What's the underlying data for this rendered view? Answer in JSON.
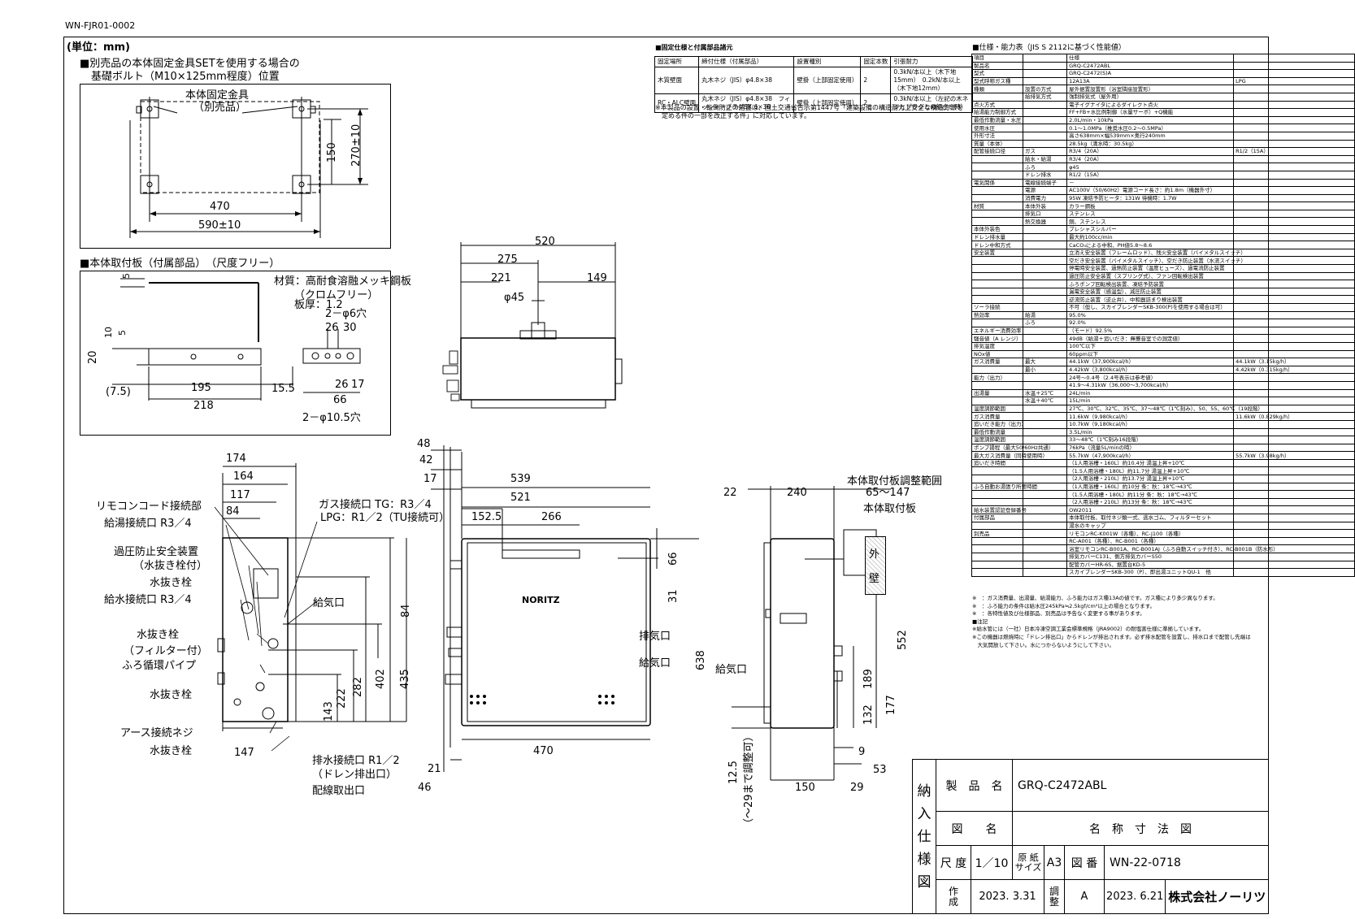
{
  "doc_code": "WN-FJR01-0002",
  "unit": "(単位：mm)",
  "sections": {
    "base_bolt_title1": "■別売品の本体固定金具SETを使用する場合の",
    "base_bolt_title2": "基礎ボルト（M10×125mm程度）位置",
    "bracket_label": "本体固定金具",
    "bracket_sub": "（別売品）",
    "plate_title": "■本体取付板（付属部品）　（尺度フリー）",
    "plate_material": "材質：高耐食溶融メッキ鋼板",
    "plate_chrome": "（クロムフリー）",
    "plate_thickness": "板厚：1.2",
    "hole_6": "2－φ6穴",
    "hole_105": "2－φ10.5穴"
  },
  "dims": {
    "d470a": "470",
    "d590": "590±10",
    "d150": "150",
    "d270": "270±10",
    "d5": "5",
    "d10": "10",
    "d20": "20",
    "d75": "(7.5)",
    "d195": "195",
    "d155": "15.5",
    "d218": "218",
    "d26a": "26",
    "d30": "30",
    "d26b": "26",
    "d17": "17",
    "d66": "66",
    "d520": "520",
    "d275": "275",
    "d221": "221",
    "d149": "149",
    "d45": "φ45",
    "d174": "174",
    "d164": "164",
    "d117": "117",
    "d84a": "84",
    "d84b": "84",
    "d402": "402",
    "d435": "435",
    "d282": "282",
    "d222": "222",
    "d143": "143",
    "d147": "147",
    "d48": "48",
    "d42": "42",
    "d17b": "17",
    "d539": "539",
    "d521": "521",
    "d1525": "152.5",
    "d266": "266",
    "d66b": "66",
    "d31": "31",
    "d638": "638",
    "d470b": "470",
    "d21": "21",
    "d46": "46",
    "d22": "22",
    "d240": "240",
    "d65147": "65～147",
    "d552": "552",
    "d189": "189",
    "d177": "177",
    "d132": "132",
    "d9": "9",
    "d53": "53",
    "d150b": "150",
    "d29": "29",
    "d125": "12.5",
    "d29max": "（～29まで調整可）"
  },
  "labels": {
    "remote": "リモコンコード接続部",
    "hot_out": "給湯接続口 R3／4",
    "relief": "過圧防止安全装置",
    "relief_sub": "（水抜き栓付）",
    "drain1": "水抜き栓",
    "water_in": "給水接続口 R3／4",
    "drain_filter": "水抜き栓",
    "drain_filter_sub": "（フィルター付）",
    "bath_pipe": "ふろ循環パイプ",
    "drain2": "水抜き栓",
    "earth": "アース接続ネジ",
    "drain3": "水抜き栓",
    "gas": "ガス接続口 TG：R3／4",
    "gas_lpg": "LPG：R1／2（TU接続可）",
    "intake": "給気口",
    "drain_conn": "排水接続口 R1／2",
    "drain_conn_sub": "（ドレン排出口）",
    "wiring": "配線取出口",
    "exhaust": "排気口",
    "intake2": "給気口",
    "intake3": "給気口",
    "plate_range": "本体取付板調整範囲",
    "plate": "本体取付板",
    "outside": "外",
    "wall": "壁",
    "brand": "NORITZ"
  },
  "fix_table": {
    "title": "■固定仕様と付属部品諸元",
    "headers": [
      "固定場所",
      "締付仕様（付属部品）",
      "設置種別",
      "固定本数",
      "引張耐力"
    ],
    "rows": [
      [
        "木質壁面",
        "丸木ネジ（JIS）φ4.8×38",
        "壁掛（上部固定使用）",
        "2",
        "0.3kN/本以上（木下地15mm）　0.2kN/本以上（木下地12mm）"
      ],
      [
        "RC・ALC壁面",
        "丸木ネジ（JIS）φ4.8×38　フィッシャープラグSX 6×30",
        "壁掛（上部固定使用）",
        "2",
        "0.3kN/本以上（左記の木ネジとプラグとの組合せ時）"
      ]
    ],
    "note1": "※本製品の設置・転倒防止の措置は、国土交通省告示第1447号「建築設備の構造耐力上安全な構造方法を",
    "note2": "定める件の一部を改正する件」に対応しています。"
  },
  "spec_table": {
    "title": "■仕様・能力表（JIS S 2112に基づく性能値）",
    "rows": [
      [
        "項目",
        "",
        "仕様",
        ""
      ],
      [
        "製品名",
        "",
        "GRQ-C2472ABL",
        ""
      ],
      [
        "型式",
        "",
        "GRQ-C2472(S)A",
        ""
      ],
      [
        "型式呼称ガス種",
        "",
        "12A13A",
        "LPG"
      ],
      [
        "種類",
        "設置の方式",
        "屋外据置設置形（浴室隣接設置形）",
        ""
      ],
      [
        "",
        "給排気方式",
        "強制排気式（屋外用）",
        ""
      ],
      [
        "点火方式",
        "",
        "電子イグナイタによるダイレクト点火",
        ""
      ],
      [
        "給湯能力制御方式",
        "",
        "FF+FB+水比例制御（水量サーボ）+Q機能",
        ""
      ],
      [
        "最低作動流量・水圧",
        "",
        "2.0L/min・10kPa",
        ""
      ],
      [
        "使用水圧",
        "",
        "0.1～1.0MPa（推奨水圧0.2～0.5MPa）",
        ""
      ],
      [
        "外形寸法",
        "",
        "高さ638mm×幅539mm×奥行240mm",
        ""
      ],
      [
        "質量（本体）",
        "",
        "28.5kg（満水時：30.5kg）",
        ""
      ],
      [
        "配管接続口径",
        "ガス",
        "R3/4（20A）",
        "R1/2（15A）"
      ],
      [
        "",
        "給水・給湯",
        "R3/4（20A）",
        ""
      ],
      [
        "",
        "ふろ",
        "φ45",
        ""
      ],
      [
        "",
        "ドレン排水",
        "R1/2（15A）",
        ""
      ],
      [
        "電気関係",
        "電線接続端子",
        "－",
        ""
      ],
      [
        "",
        "電源",
        "AC100V（50/60Hz）電源コード長さ：約1.8m（機器外寸）",
        ""
      ],
      [
        "",
        "消費電力",
        "95W 凍結予防ヒータ：131W 待機時：1.7W",
        ""
      ],
      [
        "材質",
        "本体外装",
        "カラー鋼板",
        ""
      ],
      [
        "",
        "排気口",
        "ステンレス",
        ""
      ],
      [
        "",
        "熱交換器",
        "銅、ステンレス",
        ""
      ],
      [
        "本体外装色",
        "",
        "プレシャスシルバー",
        ""
      ],
      [
        "ドレン排水量",
        "",
        "最大約100cc/min",
        ""
      ],
      [
        "ドレン中和方式",
        "",
        "CaCO₃による中和、PH値5.8～8.6",
        ""
      ],
      [
        "安全装置",
        "",
        "立消え安全装置（フレームロッド）、残火安全装置（バイメタルスイッチ）",
        ""
      ],
      [
        "",
        "",
        "空だき安全装置（バイメタルスイッチ）、空だき防止装置（水流スイッチ）",
        ""
      ],
      [
        "",
        "",
        "停電時安全装置、過熱防止装置（温度ヒューズ）、過電流防止装置",
        ""
      ],
      [
        "",
        "",
        "過圧防止安全装置（スプリング式）、ファン回転検出装置",
        ""
      ],
      [
        "",
        "",
        "ふろポンプ回転検出装置、凍結予防装置",
        ""
      ],
      [
        "",
        "",
        "漏電安全装置（感温型）、減圧防止装置",
        ""
      ],
      [
        "",
        "",
        "逆流防止装置（逆止弁）、中和器詰まり検出装置",
        ""
      ],
      [
        "ソーラ接続",
        "",
        "不可（但し、スカイブレンダーSKB-300(P)を使用する場合は可）",
        ""
      ],
      [
        "熱効率",
        "給湯",
        "95.0%",
        ""
      ],
      [
        "",
        "ふろ",
        "92.0%",
        ""
      ],
      [
        "エネルギー消費効率",
        "",
        "（モード）92.5%",
        ""
      ],
      [
        "騒音値（A レンジ）",
        "",
        "49dB（給湯＋追いだき：無響音室での測定値）",
        ""
      ],
      [
        "排気温度",
        "",
        "100℃以下",
        ""
      ],
      [
        "NOx値",
        "",
        "60ppm以下",
        ""
      ],
      [
        "ガス消費量",
        "最大",
        "44.1kW（37,900kcal/h）",
        "44.1kW（3.15kg/h）"
      ],
      [
        "",
        "最小",
        "4.42kW（3,800kcal/h）",
        "4.42kW（0.315kg/h）"
      ],
      [
        "能力（出力）",
        "",
        "24号～0.4号（2.4号表示は参考値）",
        ""
      ],
      [
        "",
        "",
        "41.9～4.31kW（36,000～3,700kcal/h）",
        ""
      ],
      [
        "出湯量",
        "水温＋25℃",
        "24L/min",
        ""
      ],
      [
        "",
        "水温＋40℃",
        "15L/min",
        ""
      ],
      [
        "温度調節範囲",
        "",
        "27℃、30℃、32℃、35℃、37～48℃（1℃刻み）、50、55、60℃（19段階）",
        ""
      ],
      [
        "ガス消費量",
        "",
        "11.6kW（9,980kcal/h）",
        "11.6kW（0.829kg/h）"
      ],
      [
        "追いだき能力（出力）",
        "",
        "10.7kW（9,180kcal/h）",
        ""
      ],
      [
        "最低作動流量",
        "",
        "3.5L/min",
        ""
      ],
      [
        "温度調節範囲",
        "",
        "33～48℃（1℃刻み16段階）",
        ""
      ],
      [
        "ポンプ揚程（最大50/60Hz共通）",
        "",
        "76kPa（流量5L/minの時）",
        ""
      ],
      [
        "最大ガス消費量（同時使用時）",
        "",
        "55.7kW（47,900kcal/h）",
        "55.7kW（3.98kg/h）"
      ],
      [
        "追いだき時間",
        "",
        "（1人用浴槽・160L）約10.4分 湯温上昇+10℃",
        ""
      ],
      [
        "",
        "",
        "（1.5人用浴槽・180L）約11.7分 湯温上昇+10℃",
        ""
      ],
      [
        "",
        "",
        "（2人用浴槽・210L）約13.7分 湯温上昇+10℃",
        ""
      ],
      [
        "ふろ自動お湯張り所要時間",
        "",
        "（1人用浴槽・160L）約10分 条：秋：18℃→43℃",
        ""
      ],
      [
        "",
        "",
        "（1.5人用浴槽・180L）約11分 条：秋：18℃→43℃",
        ""
      ],
      [
        "",
        "",
        "（2人用浴槽・210L）約13分 条：秋：18℃→43℃",
        ""
      ],
      [
        "給水装置認証登録番号",
        "",
        "OW2011",
        ""
      ],
      [
        "付属部品",
        "",
        "本体取付板、取付ネジ類一式、逃水ゴム、フィルターセット",
        ""
      ],
      [
        "",
        "",
        "湯水のキャップ",
        ""
      ],
      [
        "別売品",
        "",
        "リモコンRC-K001W（各種）、RC-J100（各種）",
        ""
      ],
      [
        "",
        "",
        "RC-A001（各種）、RC-B001（各種）",
        ""
      ],
      [
        "",
        "",
        "浴室リモコンRC-B001A、RC-B001AJ（ふろ自動スイッチ付き）、RC-B001B（防水形）",
        ""
      ],
      [
        "",
        "",
        "排気カバーC131、側方排気カバーS50",
        ""
      ],
      [
        "",
        "",
        "配管カバーHR-6S、据置台KD-5",
        ""
      ],
      [
        "",
        "",
        "スカイブレンダーSKB-300（P）、即出湯ユニットQU-1　他",
        ""
      ]
    ],
    "notes": [
      "※　：ガス消費量、出湯量、給湯能力、ふろ能力はガス種13Aの値です。ガス種により多少異なります。",
      "※　：ふろ能力の条件は給水圧245kPa≒2.5kgf/cm²以上の場合となります。",
      "※　：各特性値及び仕様部品、別売品は予告なく変更する事があります。",
      "■注記",
      "※給水管には（一社）日本冷凍空調工業会標準規格（JRA9002）の耐塩害仕様に準拠しています。",
      "※この機器は燃焼時に「ドレン排出口」からドレンが排出されます。必ず排水配管を設置し、排水口まで配管し先端は",
      "　大気開放して下さい。水につからないようにして下さい。"
    ]
  },
  "title_block": {
    "stamp": [
      "納",
      "入",
      "仕",
      "様",
      "図"
    ],
    "product_label": "製　品　名",
    "product": "GRQ-C2472ABL",
    "drawing_label": "図　　名",
    "drawing": "名　称　寸　法　図",
    "scale_label": "尺 度",
    "scale": "1／10",
    "paper_label1": "原 紙",
    "paper_label2": "サイズ",
    "paper": "A3",
    "number_label": "図 番",
    "number": "WN-22-0718",
    "made_label1": "作",
    "made_label2": "成",
    "made_date": "2023. 3.31",
    "adj_label1": "調",
    "adj_label2": "整",
    "adj_rev": "A",
    "adj_date": "2023. 6.21",
    "company": "株式会社ノーリツ"
  }
}
